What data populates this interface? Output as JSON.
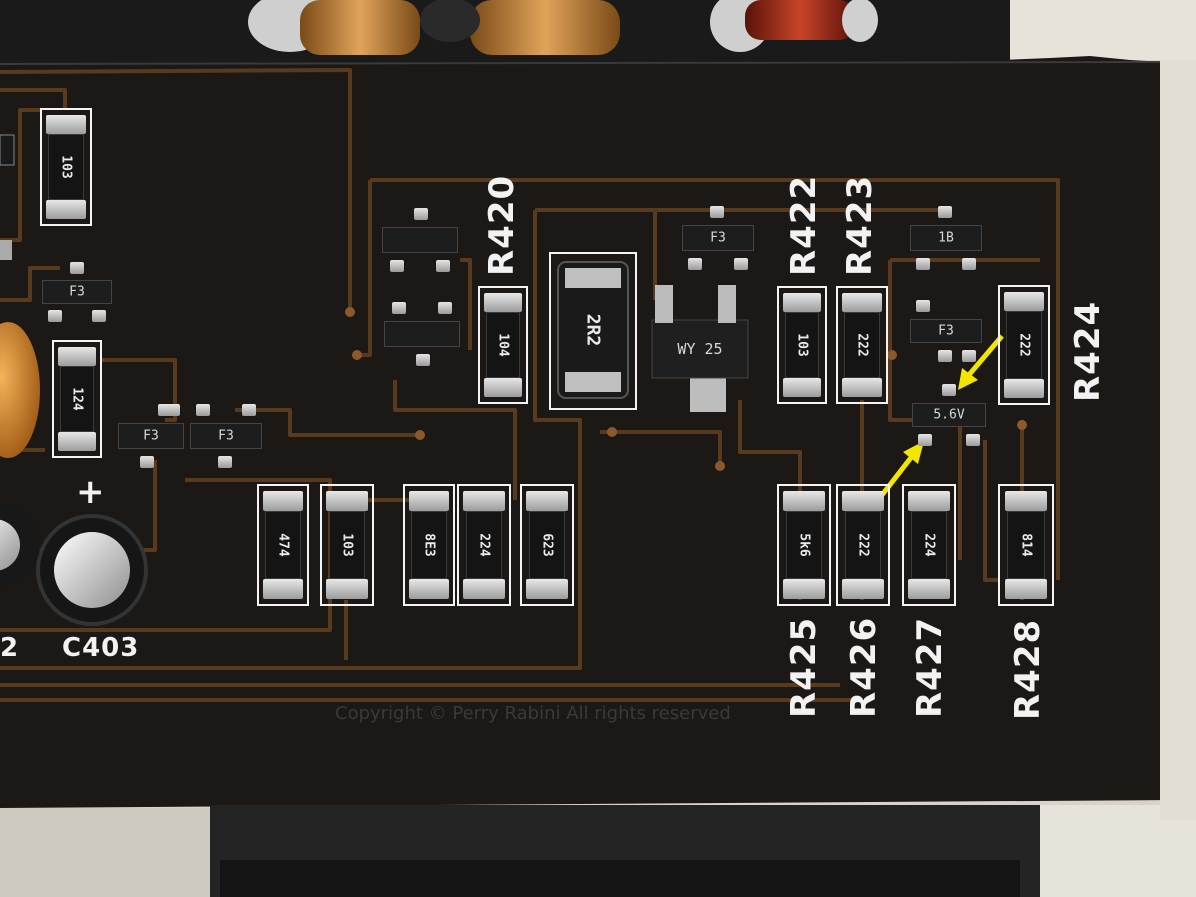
{
  "silkscreen": {
    "refs": {
      "r420": "R420",
      "r422": "R422",
      "r423": "R423",
      "r424": "R424",
      "r425": "R425",
      "r426": "R426",
      "r427": "R427",
      "r428": "R428",
      "c403": "C403",
      "partial_2": "2",
      "plus": "+"
    }
  },
  "resistor_codes": {
    "r_top_left": "103",
    "r_left_mid": "124",
    "r420": "104",
    "inductor": "2R2",
    "r422": "103",
    "r423": "222",
    "r424": "222",
    "r_bottom_1": "474",
    "r_bottom_2": "103",
    "r_bottom_3": "8E3",
    "r_bottom_4": "224",
    "r_bottom_5": "623",
    "r425": "5k6",
    "r426": "222",
    "r427": "224",
    "r428": "814"
  },
  "transistor_marks": {
    "q_left": "F3",
    "q_mid_1": "F3",
    "q_mid_2": "F3",
    "q_top_mid": "F3",
    "q_right_top": "1B",
    "q_right_mid": "F3",
    "zener": "5.6V",
    "regulator": "WY 25"
  },
  "watermark": "Copyright © Perry Rabini  All rights reserved",
  "colors": {
    "board": "#1b1816",
    "trace": "#5a3a1e",
    "silk": "#f2f2f2",
    "copper": "#b87333",
    "arrow": "#f2e600"
  }
}
